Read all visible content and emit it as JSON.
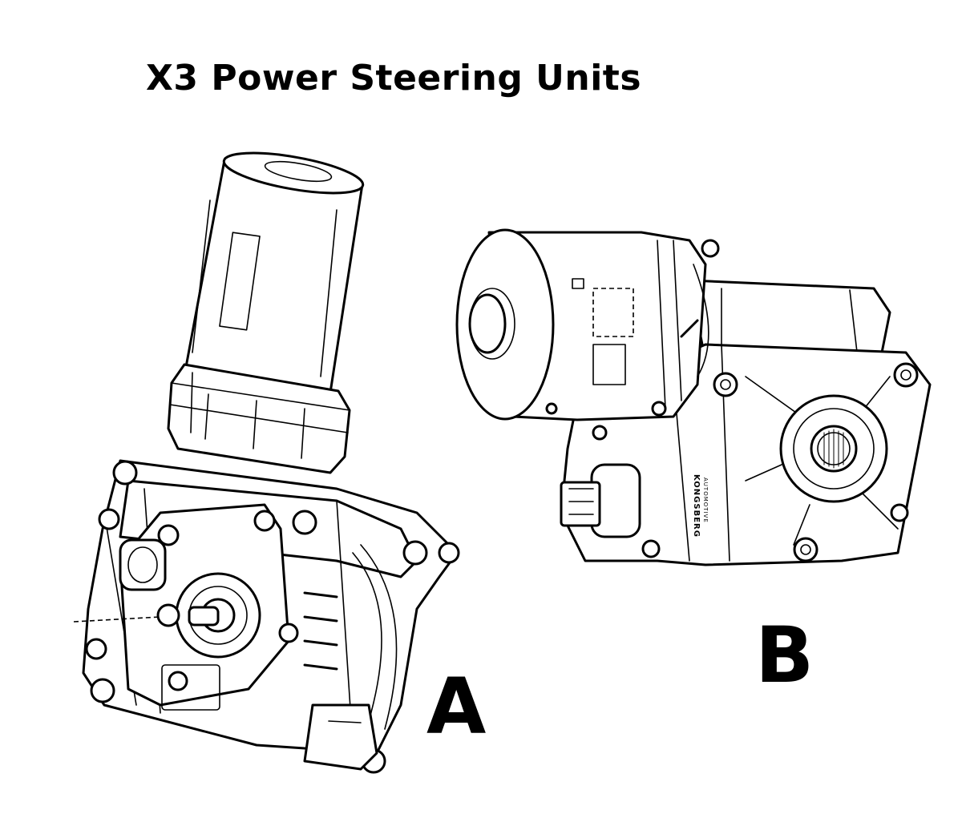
{
  "title": "X3 Power Steering Units",
  "units": [
    {
      "label": "A"
    },
    {
      "label": "B",
      "brand_text": "KONGSBERG",
      "brand_subtext": "AUTOMOTIVE"
    }
  ],
  "colors": {
    "ink": "#000000",
    "background": "#ffffff"
  }
}
